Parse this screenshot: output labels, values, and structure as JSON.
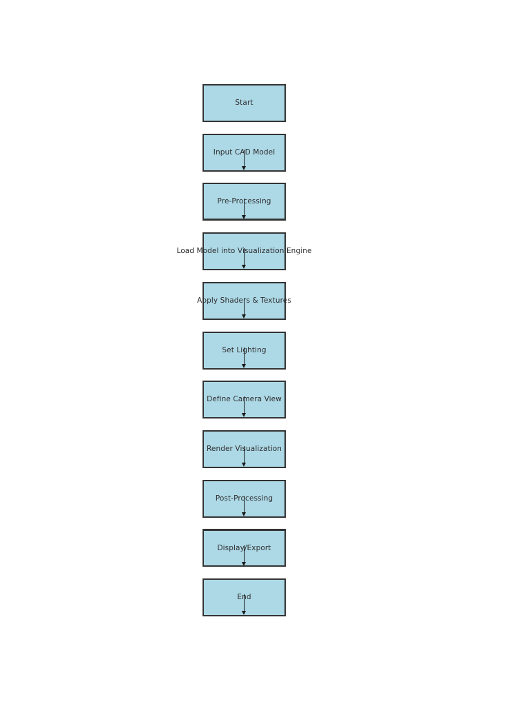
{
  "page": {
    "background_color": "#ffffff"
  },
  "flowchart": {
    "node_fill_color": "#add8e6",
    "node_border_color": "#333333",
    "arrow_color": "#1a1a1a",
    "label_color": "#2e2e2e",
    "direction": "top-to-bottom",
    "nodes": [
      {
        "label": "Start",
        "arrow_down": false
      },
      {
        "label": "Input CAD Model",
        "arrow_down": true
      },
      {
        "label": "Pre-Processing",
        "arrow_down": true
      },
      {
        "label": "Load Model into Visualization Engine",
        "arrow_down": true
      },
      {
        "label": "Apply Shaders & Textures",
        "arrow_down": true
      },
      {
        "label": "Set Lighting",
        "arrow_down": true
      },
      {
        "label": "Define Camera View",
        "arrow_down": true
      },
      {
        "label": "Render Visualization",
        "arrow_down": true
      },
      {
        "label": "Post-Processing",
        "arrow_down": true
      },
      {
        "label": "Display/Export",
        "arrow_down": true
      },
      {
        "label": "End",
        "arrow_down": true
      }
    ]
  }
}
